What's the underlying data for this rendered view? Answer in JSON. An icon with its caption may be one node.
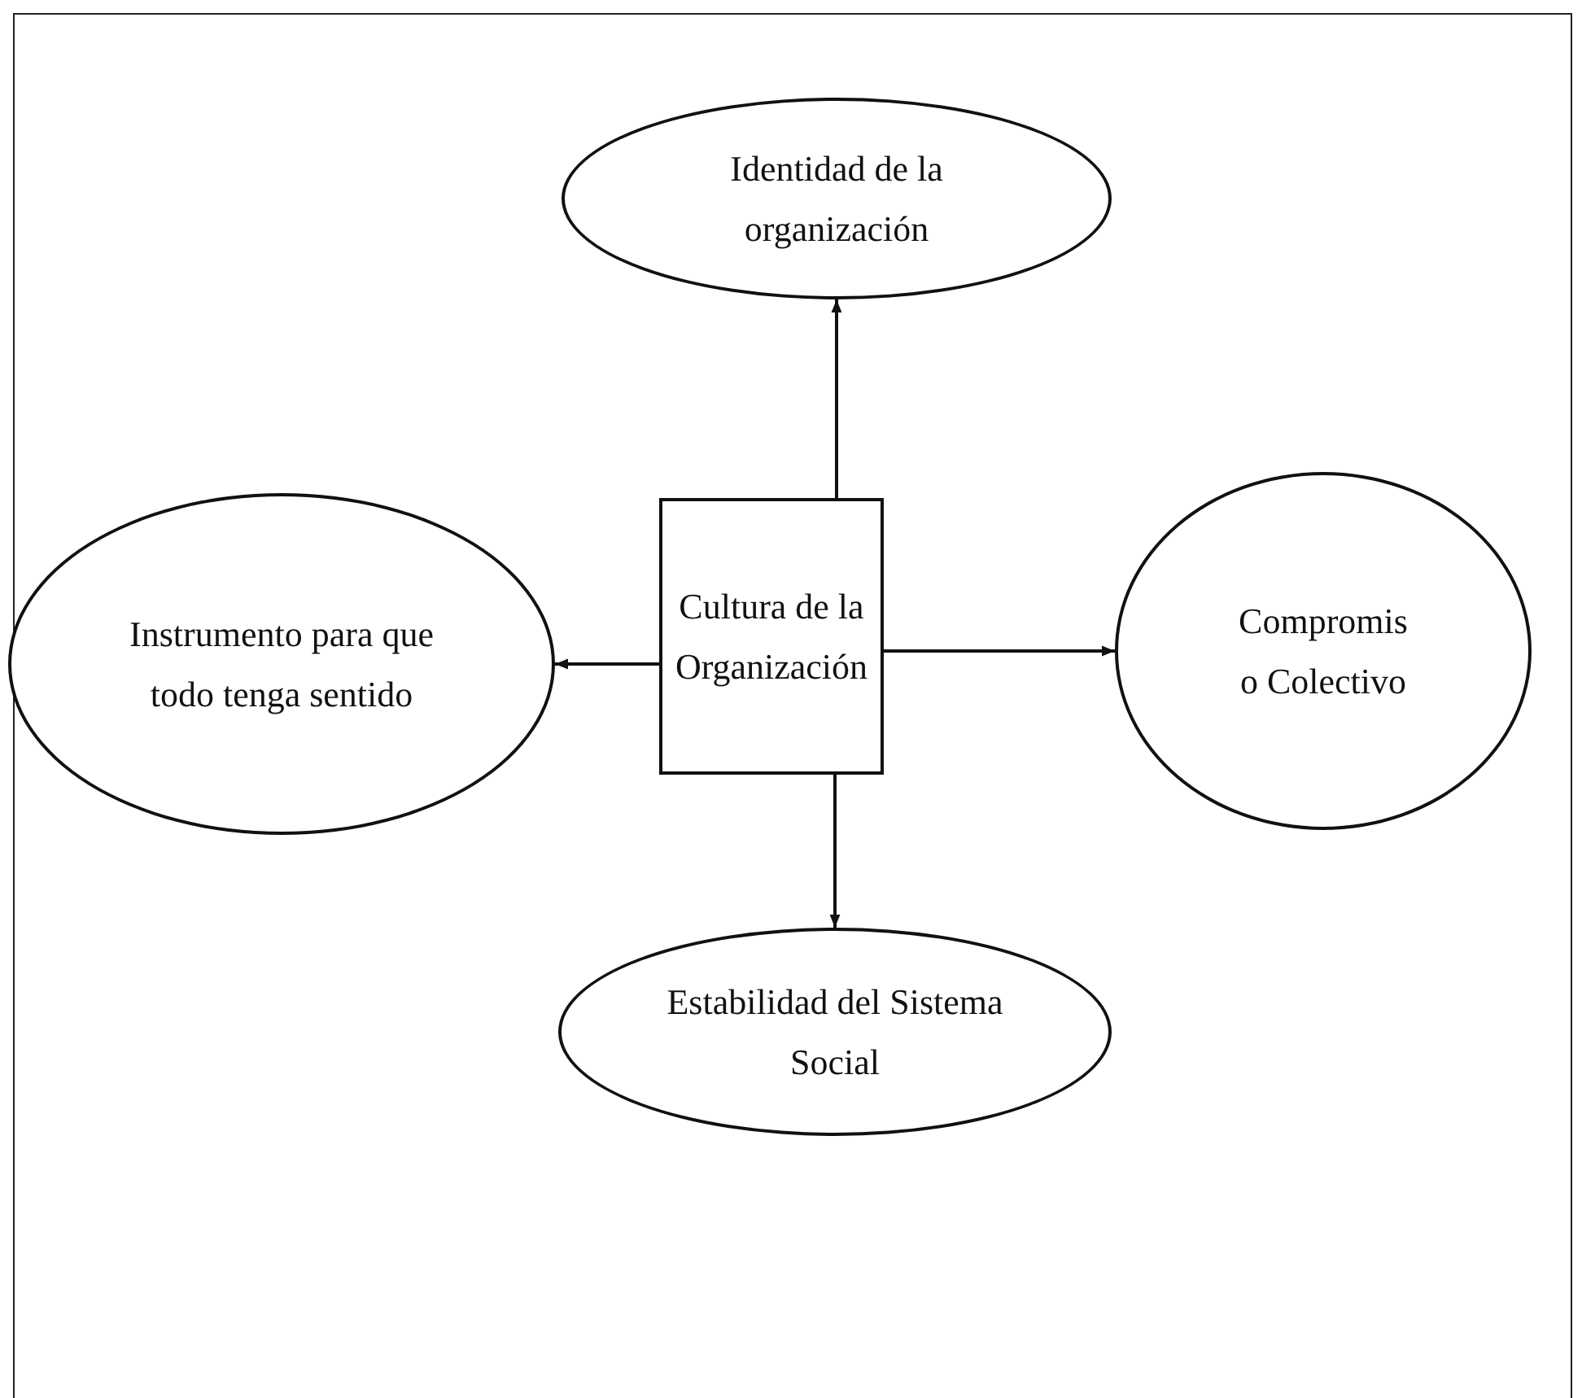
{
  "diagram": {
    "nodes": [
      {
        "text": [
          "Cultura de la Organización"
        ]
      },
      {
        "text": [
          "Identidad de la organización"
        ]
      },
      {
        "text": [
          "Instrumento para que todo tenga sentido"
        ]
      },
      {
        "text": [
          "Compromis o Colectivo"
        ]
      },
      {
        "text": [
          "Estabilidad del Sistema Social"
        ]
      }
    ],
    "edges": [
      {
        "from": 0,
        "to": 1,
        "arrow": "to"
      },
      {
        "from": 0,
        "to": 2,
        "arrow": "to"
      },
      {
        "from": 0,
        "to": 3,
        "arrow": "to"
      },
      {
        "from": 0,
        "to": 4,
        "arrow": "to"
      }
    ]
  }
}
